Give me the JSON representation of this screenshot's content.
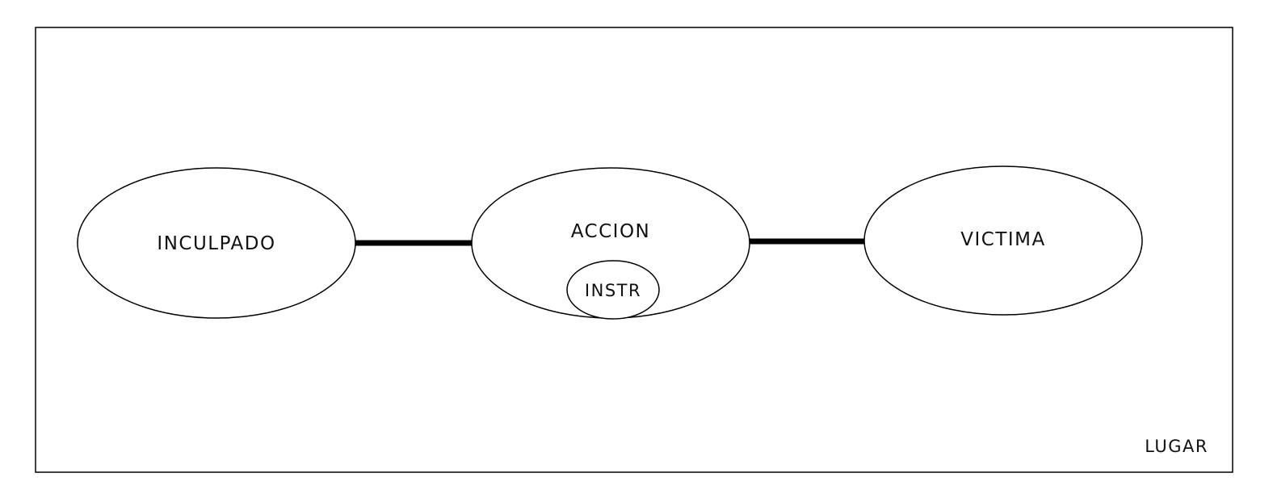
{
  "diagram": {
    "nodes": {
      "inculpado": "INCULPADO",
      "accion": "ACCION",
      "instrumento": "INSTR",
      "victima": "VICTIMA"
    },
    "frame_label": "LUGAR"
  },
  "colors": {
    "stroke": "#000000",
    "background": "#ffffff",
    "text": "#111111"
  }
}
